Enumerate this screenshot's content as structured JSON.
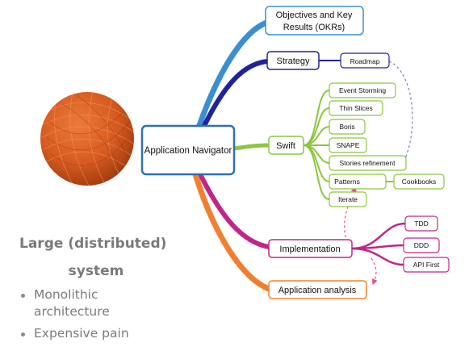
{
  "root": {
    "label": "Application Navigator"
  },
  "branches": {
    "okr": {
      "label_lines": [
        "Objectives and Key",
        "Results (OKRs)"
      ],
      "color": "#3b8fd0"
    },
    "strategy": {
      "label": "Strategy",
      "color": "#22229a"
    },
    "roadmap": {
      "label": "Roadmap"
    },
    "swift": {
      "label": "Swift",
      "color": "#8cc63f"
    },
    "swift_children": [
      "Event Storming",
      "Thin Slices",
      "Boris",
      "SNAPE",
      "Stories refinement",
      "Patterns",
      "Iterate"
    ],
    "cookbooks": {
      "label": "Cookbooks"
    },
    "implementation": {
      "label": "Implementation",
      "color": "#c0268a"
    },
    "implementation_children": [
      "TDD",
      "DDD",
      "API First"
    ],
    "analysis": {
      "label": "Application analysis",
      "color": "#f08030"
    }
  },
  "illustration": {
    "name": "ball-of-yarn",
    "color": "#d65a1f"
  },
  "caption": {
    "title_line1": "Large (distributed)",
    "title_line2": "system",
    "bullets": [
      "Monolithic architecture",
      "Expensive pain"
    ]
  }
}
